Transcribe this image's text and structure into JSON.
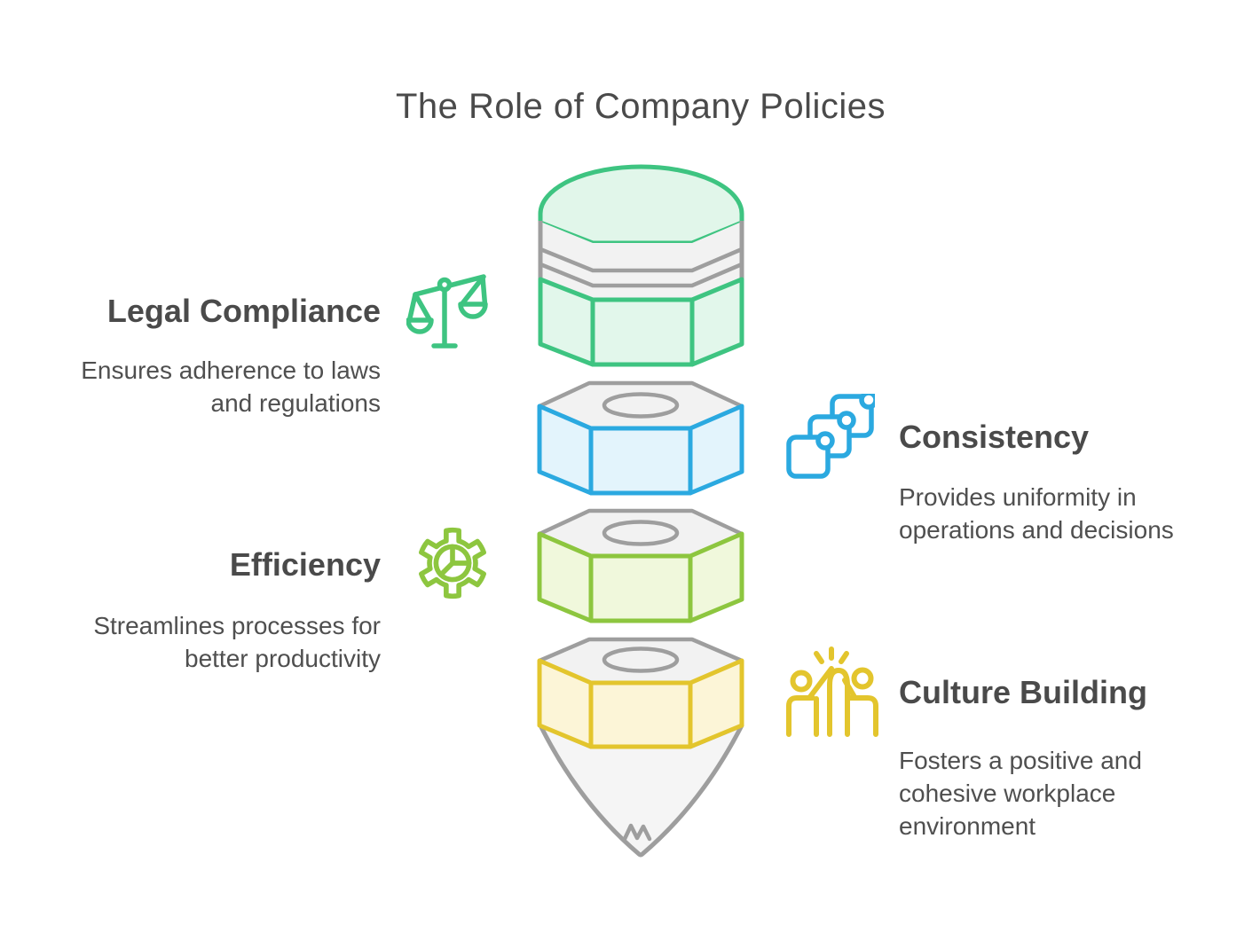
{
  "title": "The Role of Company Policies",
  "colors": {
    "legal_green": "#3EC481",
    "consistency_blue": "#2BA9E0",
    "efficiency_lime": "#8DC63F",
    "culture_yellow": "#E3C52D",
    "outline_gray": "#9E9E9E",
    "panel_gray": "#F2F2F2",
    "heading_text": "#4A4A4A",
    "body_text": "#4F4F4F"
  },
  "items": [
    {
      "id": "legal-compliance",
      "label": "Legal Compliance",
      "description": "Ensures adherence to laws and regulations",
      "icon": "scales-icon",
      "side": "left",
      "color": "#3EC481"
    },
    {
      "id": "consistency",
      "label": "Consistency",
      "description": "Provides uniformity in operations and decisions",
      "icon": "stacked-squares-icon",
      "side": "right",
      "color": "#2BA9E0"
    },
    {
      "id": "efficiency",
      "label": "Efficiency",
      "description": "Streamlines processes for better productivity",
      "icon": "gear-pie-icon",
      "side": "left",
      "color": "#8DC63F"
    },
    {
      "id": "culture-building",
      "label": "Culture Building",
      "description": "Fosters a positive and cohesive workplace environment",
      "icon": "high-five-icon",
      "side": "right",
      "color": "#E3C52D"
    }
  ],
  "pencil": {
    "segments": [
      "eraser-cap",
      "ferrule",
      "legal-compliance",
      "consistency",
      "efficiency",
      "culture-building",
      "tip"
    ]
  }
}
